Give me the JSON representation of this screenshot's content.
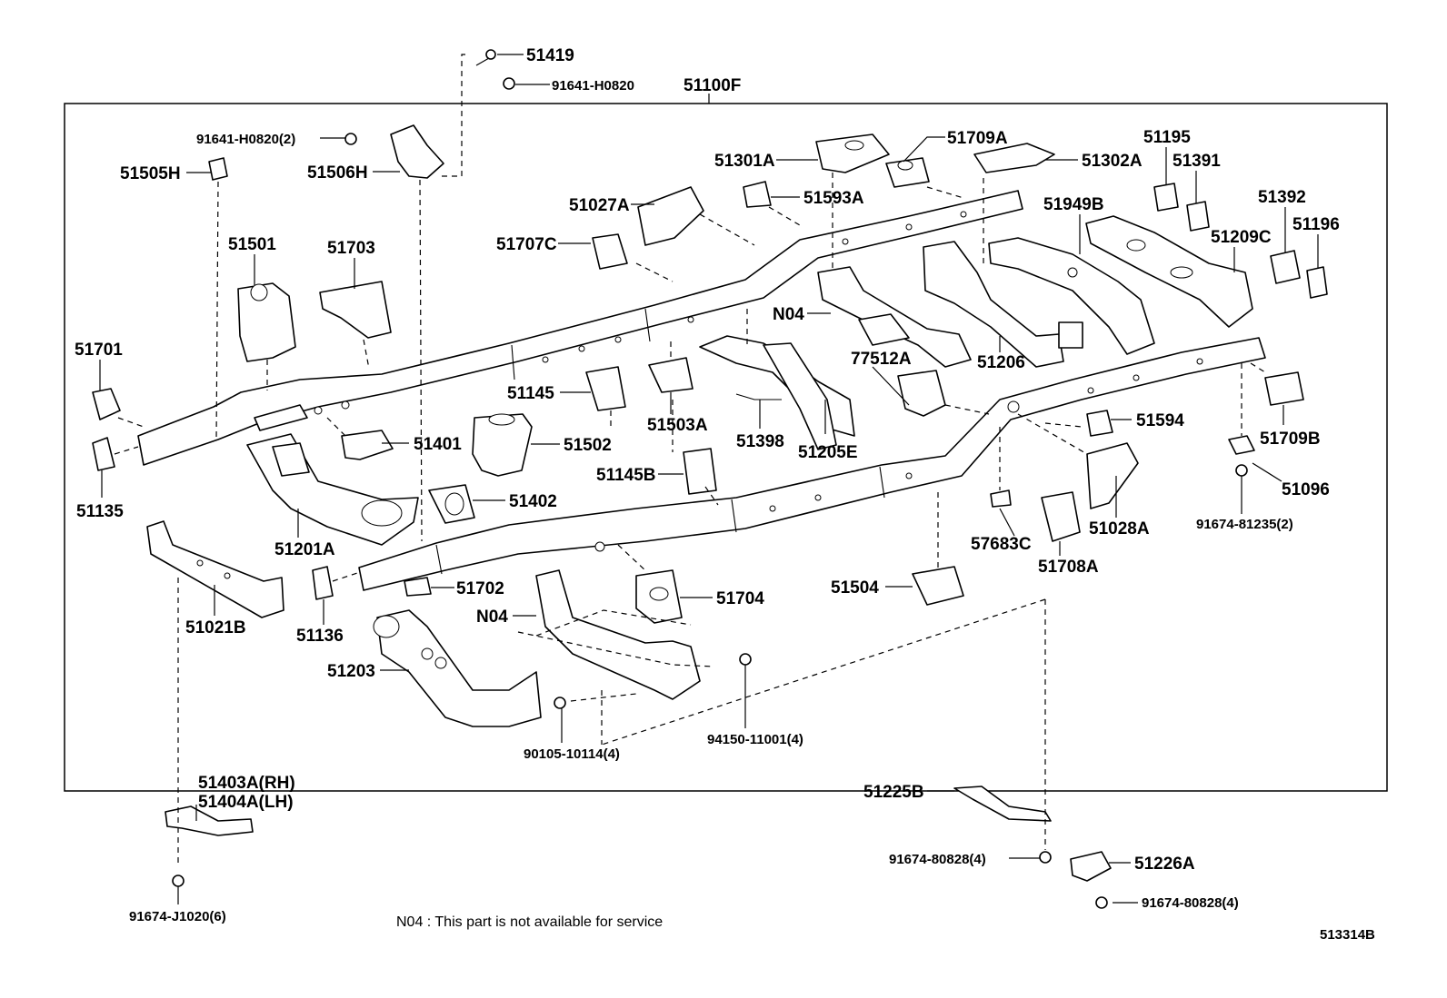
{
  "labels": {
    "p51419": "51419",
    "p91641_h0820": "91641-H0820",
    "p51100f": "51100F",
    "p91641_h0820_2": "91641-H0820(2)",
    "p51505h": "51505H",
    "p51506h": "51506H",
    "p51301a": "51301A",
    "p51709a": "51709A",
    "p51302a": "51302A",
    "p51195": "51195",
    "p51391": "51391",
    "p51027a": "51027A",
    "p51593a": "51593A",
    "p51949b": "51949B",
    "p51392": "51392",
    "p51196": "51196",
    "p51209c": "51209C",
    "p51501": "51501",
    "p51703": "51703",
    "p51707c": "51707C",
    "p_n04_a": "N04",
    "p77512a": "77512A",
    "p51206": "51206",
    "p51701": "51701",
    "p51145": "51145",
    "p51503a": "51503A",
    "p51398": "51398",
    "p51205e": "51205E",
    "p51594": "51594",
    "p51709b": "51709B",
    "p51401": "51401",
    "p51502": "51502",
    "p51096": "51096",
    "p51135": "51135",
    "p51145b": "51145B",
    "p91674_81235_2": "91674-81235(2)",
    "p51402": "51402",
    "p51201a": "51201A",
    "p57683c": "57683C",
    "p51028a": "51028A",
    "p51708a": "51708A",
    "p51702": "51702",
    "p51704": "51704",
    "p51504": "51504",
    "p51021b": "51021B",
    "p_n04_b": "N04",
    "p51136": "51136",
    "p51203": "51203",
    "p94150_11001_4": "94150-11001(4)",
    "p90105_10114_4": "90105-10114(4)",
    "p51403a": "51403A(RH)",
    "p51404a": "51404A(LH)",
    "p51225b": "51225B",
    "p91674_80828_4_a": "91674-80828(4)",
    "p51226a": "51226A",
    "p91674_80828_4_b": "91674-80828(4)",
    "p91674_j1020_6": "91674-J1020(6)"
  },
  "note": "N04 : This part is not available for service",
  "diagram_code": "513314B"
}
